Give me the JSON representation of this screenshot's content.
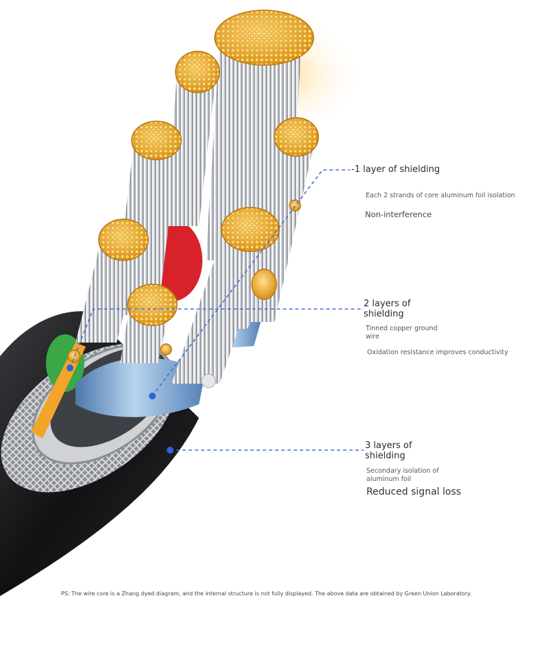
{
  "callouts": [
    {
      "title": "-1 layer of shielding",
      "detail": "Each 2 strands of core aluminum foil isolation",
      "highlight": "Non-interference"
    },
    {
      "title": "2 layers of\nshielding",
      "detail": "Tinned copper ground\nwire",
      "highlight": "Oxidation resistance improves conductivity"
    },
    {
      "title": "3 layers of\nshielding",
      "detail": "Secondary isolation of\naluminum foil",
      "highlight": "Reduced signal loss"
    }
  ],
  "footnote": "PS: The wire core is a Zhang dyed diagram, and the internal structure is not fully displayed. The above data are obtained by Green Union Laboratory.",
  "colors": {
    "leader_line": "#3f6fd6",
    "jacket": "#1b1b1d",
    "copper": "#f2b53a",
    "foil_blue": "#7ea7d6",
    "inner_red": "#d8222a",
    "inner_green": "#3aa845"
  }
}
